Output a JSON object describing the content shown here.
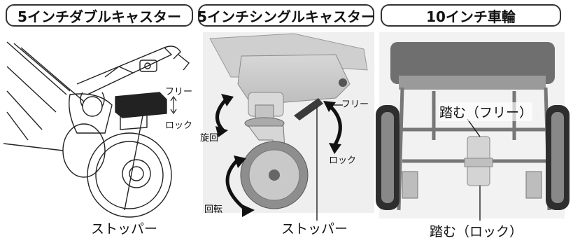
{
  "panels": [
    {
      "title": "5インチダブルキャスター",
      "labels": {
        "free": "フリー",
        "lock": "ロック",
        "stopper": "ストッパー"
      }
    },
    {
      "title": "5インチシングルキャスター",
      "labels": {
        "free": "フリー",
        "swivel": "旋回",
        "lock": "ロック",
        "rotation": "回転",
        "stopper": "ストッパー"
      }
    },
    {
      "title": "10インチ車輪",
      "labels": {
        "press_free": "踏む（フリー）",
        "press_lock": "踏む（ロック）"
      }
    }
  ]
}
